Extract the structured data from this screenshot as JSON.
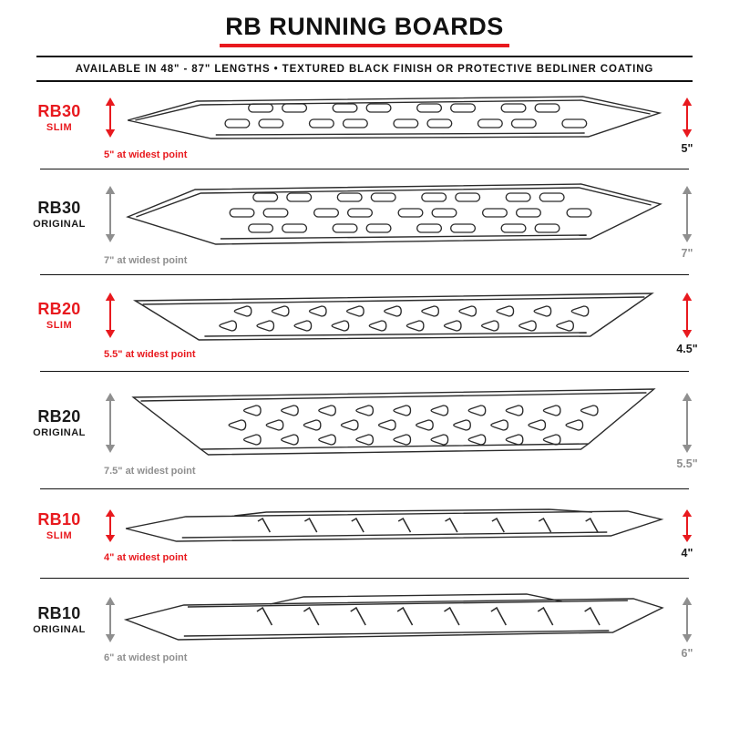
{
  "header": {
    "title": "RB RUNNING BOARDS",
    "subtitle": "AVAILABLE IN 48\" - 87\" LENGTHS  •  TEXTURED BLACK FINISH OR PROTECTIVE BEDLINER COATING"
  },
  "colors": {
    "accent": "#e8191e",
    "muted": "#8f8f8f",
    "ink": "#1a1a1a",
    "line": "#2b2b2b"
  },
  "rows": [
    {
      "model": "RB30",
      "variant": "SLIM",
      "style": "slim",
      "width_caption": "5\" at widest point",
      "height_dim": "5\""
    },
    {
      "model": "RB30",
      "variant": "ORIGINAL",
      "style": "original",
      "width_caption": "7\" at widest point",
      "height_dim": "7\""
    },
    {
      "model": "RB20",
      "variant": "SLIM",
      "style": "slim",
      "width_caption": "5.5\" at widest point",
      "height_dim": "4.5\""
    },
    {
      "model": "RB20",
      "variant": "ORIGINAL",
      "style": "original",
      "width_caption": "7.5\" at widest point",
      "height_dim": "5.5\""
    },
    {
      "model": "RB10",
      "variant": "SLIM",
      "style": "slim",
      "width_caption": "4\" at widest point",
      "height_dim": "4\""
    },
    {
      "model": "RB10",
      "variant": "ORIGINAL",
      "style": "original",
      "width_caption": "6\" at widest point",
      "height_dim": "6\""
    }
  ]
}
